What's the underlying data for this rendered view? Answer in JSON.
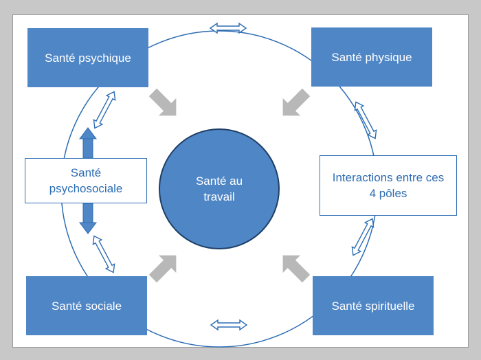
{
  "nodes": {
    "top_left": "Santé psychique",
    "top_right": "Santé physique",
    "bottom_left": "Santé sociale",
    "bottom_right": "Santé spirituelle",
    "left_middle": "Santé psychosociale",
    "right_middle": "Interactions entre ces 4 pôles",
    "center": "Santé au travail"
  },
  "colors": {
    "box_fill": "#4f86c6",
    "line": "#2d6db3",
    "gray_arrow": "#b8b8b8",
    "background": "#c8c8c8"
  }
}
